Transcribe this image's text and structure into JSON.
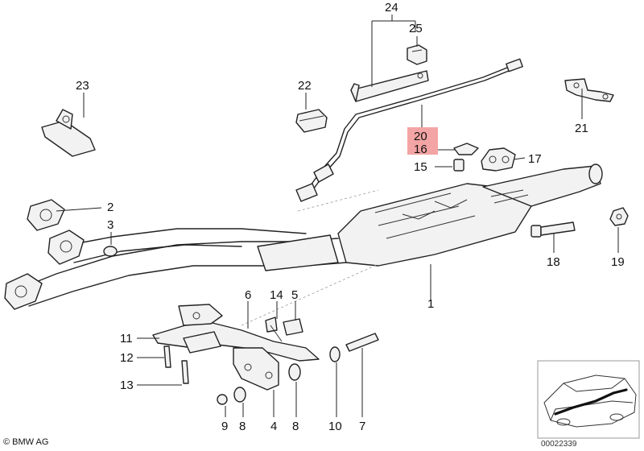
{
  "labels": {
    "p1": "1",
    "p2": "2",
    "p3": "3",
    "p4": "4",
    "p5": "5",
    "p6": "6",
    "p7": "7",
    "p8a": "8",
    "p8b": "8",
    "p9": "9",
    "p10": "10",
    "p11": "11",
    "p12": "12",
    "p13": "13",
    "p14": "14",
    "p15": "15",
    "p16": "16",
    "p17": "17",
    "p18": "18",
    "p19": "19",
    "p20": "20",
    "p21": "21",
    "p22": "22",
    "p23": "23",
    "p24": "24",
    "p25": "25"
  },
  "highlight": {
    "part": "20",
    "color": "#f3a4a4"
  },
  "footer": {
    "copyright": "© BMW AG",
    "diagram_number": "00022339"
  }
}
